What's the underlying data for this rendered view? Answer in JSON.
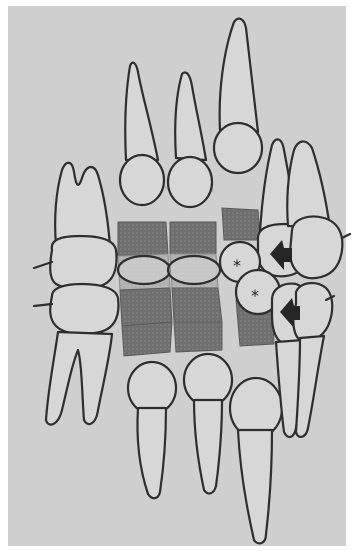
{
  "diagram": {
    "annotations": [
      "*",
      "*"
    ],
    "colors": {
      "background": "#cfcfcf",
      "tooth_fill": "#d7d7d7",
      "outline": "#2e2e2e",
      "contact_dark": "#6f6f6f",
      "contact_light": "#b0b0b0",
      "arrow": "#262626"
    },
    "elements": [
      "posterior-molar",
      "upper-teeth",
      "lower-teeth",
      "contact-zones",
      "canine-arrows"
    ]
  }
}
